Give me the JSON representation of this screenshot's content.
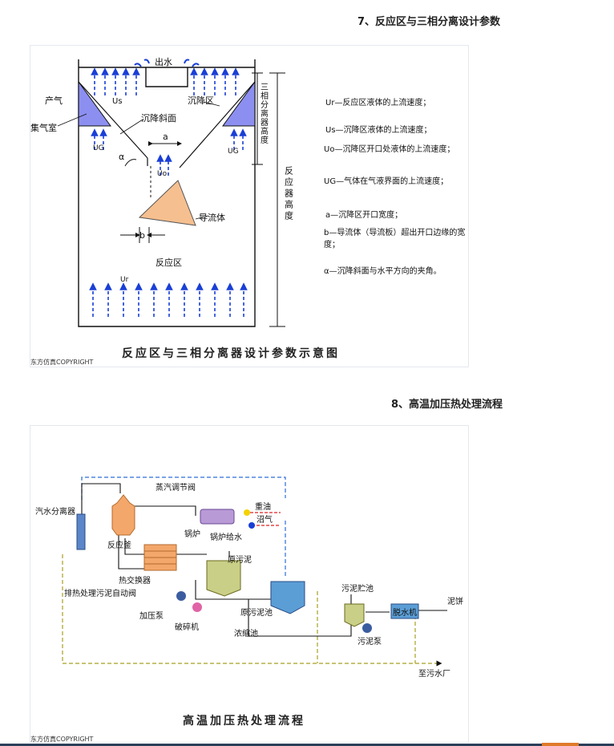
{
  "section7": {
    "heading": "7、反应区与三相分离设计参数",
    "caption": "反应区与三相分离器设计参数示意图",
    "copyright": "东方仿真COPYRIGHT",
    "labels": {
      "outlet": "出水",
      "gas": "产气",
      "gas_chamber": "集气室",
      "settling_zone": "沉降区",
      "us": "Us",
      "inclined": "沉降斜面",
      "ug_left": "UG",
      "ug_right": "UG",
      "alpha": "α",
      "a": "a",
      "uo": "Uo",
      "deflector": "导流体",
      "b": "b",
      "reaction_zone": "反应区",
      "ur": "Ur",
      "tps_height": "三相分离器高度",
      "reactor_height": "反应器高度"
    },
    "legend": [
      "Ur—反应区液体的上流速度；",
      "Us—沉降区液体的上流速度；",
      "Uo—沉降区开口处液体的上流速度；",
      "UG—气体在气液界面的上流速度；",
      "a—沉降区开口宽度；",
      "b—导流体（导流板）超出开口边缘的宽度；",
      "α—沉降斜面与水平方向的夹角。"
    ]
  },
  "section8": {
    "heading": "8、高温加压热处理流程",
    "caption": "高温加压热处理流程",
    "copyright": "东方仿真COPYRIGHT",
    "labels": {
      "steam_valve": "蒸汽调节阀",
      "separator": "汽水分离器",
      "reactor": "反应釜",
      "heat_exchanger": "热交换器",
      "auto_valve": "排热处理污泥自动阀",
      "pressure_pump": "加压泵",
      "crusher": "破碎机",
      "raw_sludge": "原污泥",
      "raw_sludge_tank": "原污泥池",
      "thickener": "浓缩池",
      "boiler": "锅炉",
      "heavy_oil": "重油",
      "gas": "沼气",
      "boiler_water": "锅炉给水",
      "sludge_tank": "污泥贮池",
      "sludge_pump": "污泥泵",
      "dewatering": "脱水机",
      "mud_cake": "泥饼",
      "to_plant": "至污水厂"
    }
  },
  "colors": {
    "arrow_blue": "#1a3fd6",
    "wedge_purple": "#8c8ff0",
    "deflector_orange": "#f6bf8f",
    "tank_green": "#c9cf86",
    "reactor_orange": "#f4a76a",
    "olive_dash": "#a8a020"
  }
}
